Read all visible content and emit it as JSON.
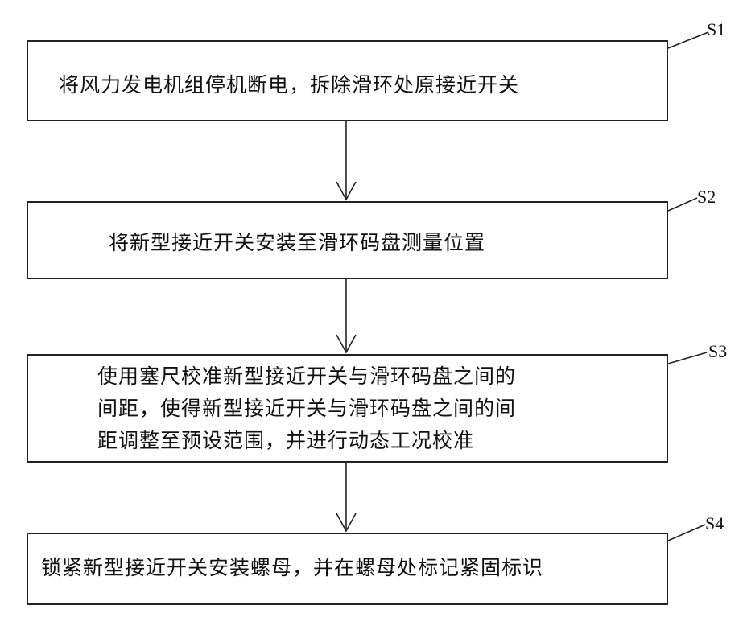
{
  "steps": [
    {
      "label": "S1",
      "text": "将风力发电机组停机断电，拆除滑环处原接近开关"
    },
    {
      "label": "S2",
      "text": "将新型接近开关安装至滑环码盘测量位置"
    },
    {
      "label": "S3",
      "lines": [
        "使用塞尺校准新型接近开关与滑环码盘之间的",
        "间距，使得新型接近开关与滑环码盘之间的间",
        "距调整至预设范围，并进行动态工况校准"
      ]
    },
    {
      "label": "S4",
      "text": "锁紧新型接近开关安装螺母，并在螺母处标记紧固标识"
    }
  ],
  "colors": {
    "line": "#222222",
    "background": "#ffffff"
  }
}
